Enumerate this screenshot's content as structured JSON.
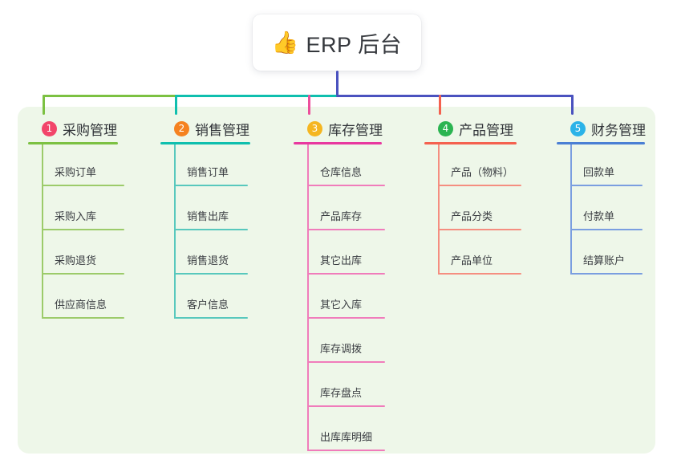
{
  "root": {
    "icon": "thumbs-up-icon",
    "emoji": "👍",
    "title": "ERP 后台"
  },
  "colors": {
    "panel_bg": "#eef7e9",
    "page_bg": "#ffffff",
    "root_text": "#35383d",
    "trunk": "#4a52bf",
    "connector_green": "#7cc142",
    "connector_teal": "#0fbfae",
    "connector_blue": "#4a52bf"
  },
  "branches": [
    {
      "index": "1",
      "title": "采购管理",
      "badge_color": "#f2456a",
      "line_color": "#7cc142",
      "leaf_line_color": "#9ccb6a",
      "drop_color": "#7cc142",
      "items": [
        {
          "label": "采购订单"
        },
        {
          "label": "采购入库"
        },
        {
          "label": "采购退货"
        },
        {
          "label": "供应商信息"
        }
      ]
    },
    {
      "index": "2",
      "title": "销售管理",
      "badge_color": "#f58220",
      "line_color": "#0fbfae",
      "leaf_line_color": "#58c8bd",
      "drop_color": "#0fbfae",
      "items": [
        {
          "label": "销售订单"
        },
        {
          "label": "销售出库"
        },
        {
          "label": "销售退货"
        },
        {
          "label": "客户信息"
        }
      ]
    },
    {
      "index": "3",
      "title": "库存管理",
      "badge_color": "#f5b621",
      "line_color": "#e8389f",
      "leaf_line_color": "#f07cbb",
      "drop_color": "#ed4f9c",
      "items": [
        {
          "label": "仓库信息"
        },
        {
          "label": "产品库存"
        },
        {
          "label": "其它出库"
        },
        {
          "label": "其它入库"
        },
        {
          "label": "库存调拨"
        },
        {
          "label": "库存盘点"
        },
        {
          "label": "出库库明细"
        }
      ]
    },
    {
      "index": "4",
      "title": "产品管理",
      "badge_color": "#2bb451",
      "line_color": "#f4614f",
      "leaf_line_color": "#f58e80",
      "drop_color": "#f4614f",
      "items": [
        {
          "label": "产品（物料）"
        },
        {
          "label": "产品分类"
        },
        {
          "label": "产品单位"
        }
      ]
    },
    {
      "index": "5",
      "title": "财务管理",
      "badge_color": "#2bb3e8",
      "line_color": "#4a7fd4",
      "leaf_line_color": "#7a9ee0",
      "drop_color": "#4a52bf",
      "items": [
        {
          "label": "回款单"
        },
        {
          "label": "付款单"
        },
        {
          "label": "结算账户"
        }
      ]
    }
  ]
}
